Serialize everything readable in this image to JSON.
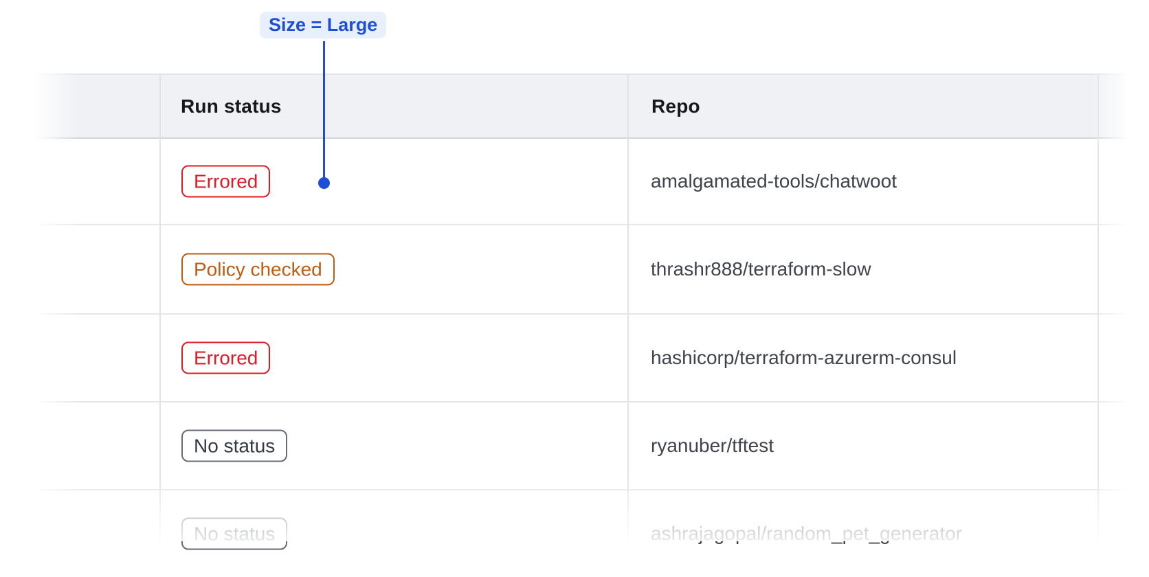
{
  "annotation": {
    "label": "Size = Large",
    "accent_color": "#1d4ed8",
    "label_bg_color": "#e8f0fd"
  },
  "table": {
    "columns": [
      {
        "label": ""
      },
      {
        "label": "Run status"
      },
      {
        "label": "Repo"
      }
    ],
    "rows": [
      {
        "status": {
          "label": "Errored",
          "variant": "errored"
        },
        "repo": "amalgamated-tools/chatwoot"
      },
      {
        "status": {
          "label": "Policy checked",
          "variant": "policy-checked"
        },
        "repo": "thrashr888/terraform-slow"
      },
      {
        "status": {
          "label": "Errored",
          "variant": "errored"
        },
        "repo": "hashicorp/terraform-azurerm-consul"
      },
      {
        "status": {
          "label": "No status",
          "variant": "neutral"
        },
        "repo": "ryanuber/tftest"
      },
      {
        "status": {
          "label": "No status",
          "variant": "neutral"
        },
        "repo": "ashrajagopal/random_pet_generator"
      }
    ],
    "status_colors": {
      "errored": "#de1c28",
      "policy-checked": "#c05c10",
      "neutral": "#656c77"
    },
    "header_bg_color": "#eff1f4",
    "repo_text_color": "#3f444c"
  }
}
